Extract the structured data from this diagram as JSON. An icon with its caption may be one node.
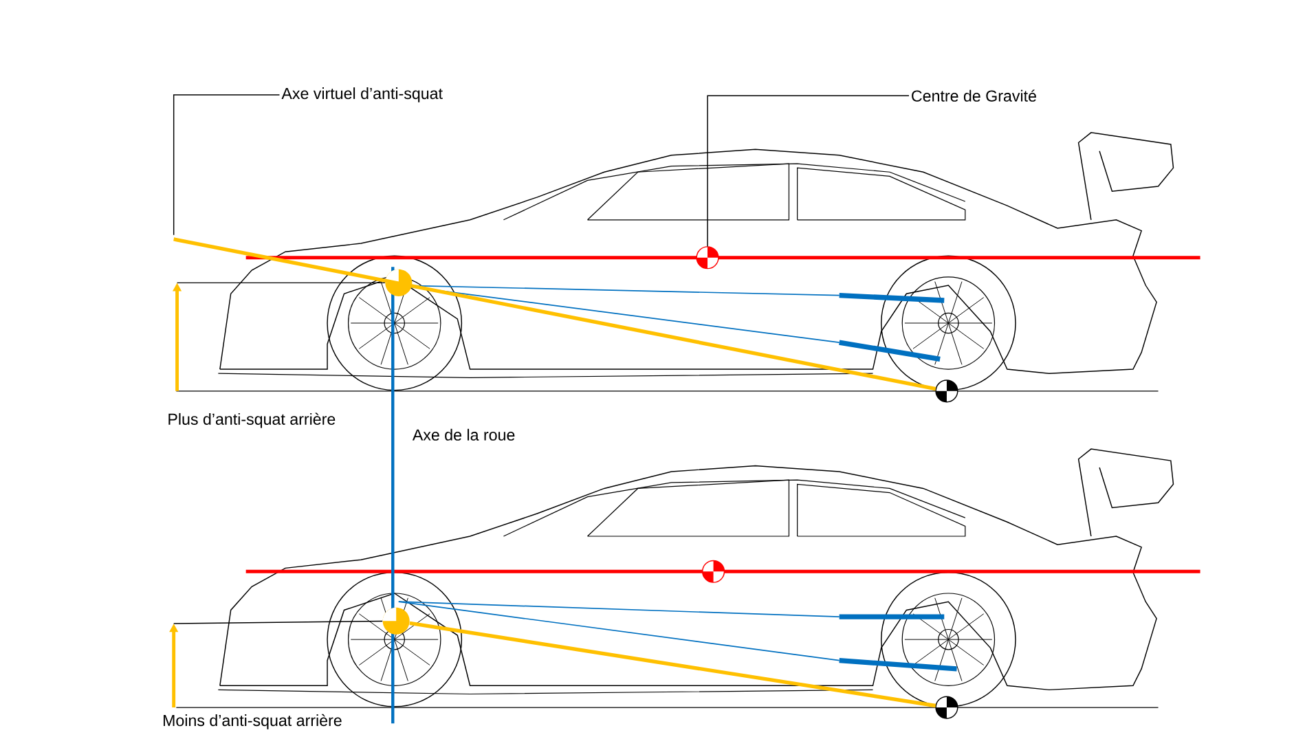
{
  "diagram": {
    "nodes": [
      {
        "text": [
          "Axe virtuel d’anti-squat"
        ]
      },
      {
        "text": [
          "Centre de Gravité"
        ]
      },
      {
        "text": [],
        "shape": "circle"
      },
      {
        "text": [],
        "shape": "circle"
      },
      {
        "text": [],
        "shape": "circle"
      },
      {
        "text": [],
        "shape": "circle"
      },
      {
        "text": [],
        "shape": "circle"
      },
      {
        "text": [],
        "shape": "circle"
      }
    ],
    "edges": [
      {
        "from": 0,
        "to": null,
        "arrow": "none"
      },
      {
        "from": 1,
        "to": 2,
        "arrow": "none"
      },
      {
        "from": null,
        "to": 5,
        "arrow": "none",
        "style": "thick",
        "color": "#ffc000"
      },
      {
        "from": 6,
        "to": 7,
        "arrow": "none",
        "style": "thick",
        "color": "#ffc000"
      },
      {
        "from": null,
        "to": 4,
        "arrow": "none"
      },
      {
        "from": null,
        "to": 6,
        "arrow": "none"
      }
    ],
    "labels": [
      "Plus d’anti-squat arrière",
      "Axe de la roue",
      "Moins d’anti-squat arrière"
    ]
  }
}
